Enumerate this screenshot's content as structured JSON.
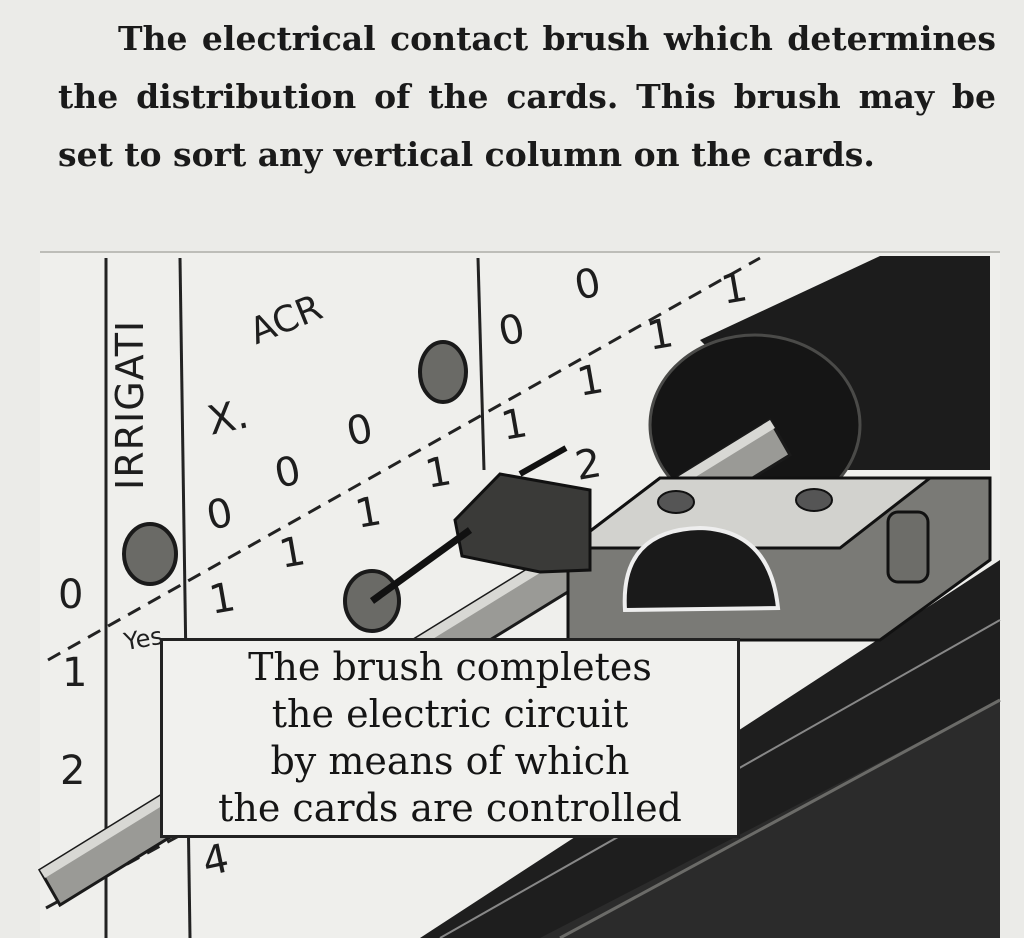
{
  "caption": {
    "text": "The electrical contact brush which determines the distribution of the cards. This brush may be set to sort any vertical column on the cards."
  },
  "card_labels": {
    "column_irrigation": "IRRIGATI",
    "column_acre": "ACR",
    "mark_x": "X.",
    "yes": "Yes"
  },
  "card_digits": [
    "0",
    "1",
    "2"
  ],
  "callout": {
    "text": "The brush completes\nthe electric circuit\nby means of which\nthe cards are controlled"
  },
  "colors": {
    "background": "#ebebe8",
    "ink": "#1a1a1a",
    "machine_dark": "#1e1e1e",
    "punched_hole": "#6a6a66"
  }
}
